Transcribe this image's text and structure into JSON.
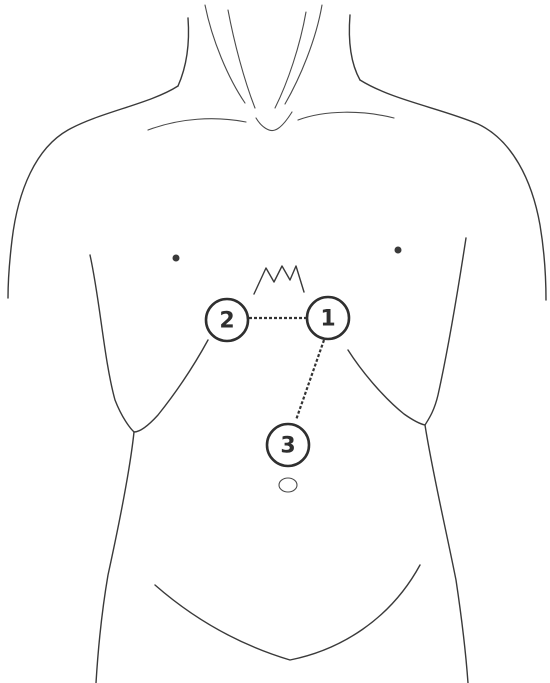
{
  "markers": [
    {
      "label": "1"
    },
    {
      "label": "2"
    },
    {
      "label": "3"
    }
  ],
  "colors": {
    "line": "#3a3a3a",
    "background": "#ffffff"
  }
}
